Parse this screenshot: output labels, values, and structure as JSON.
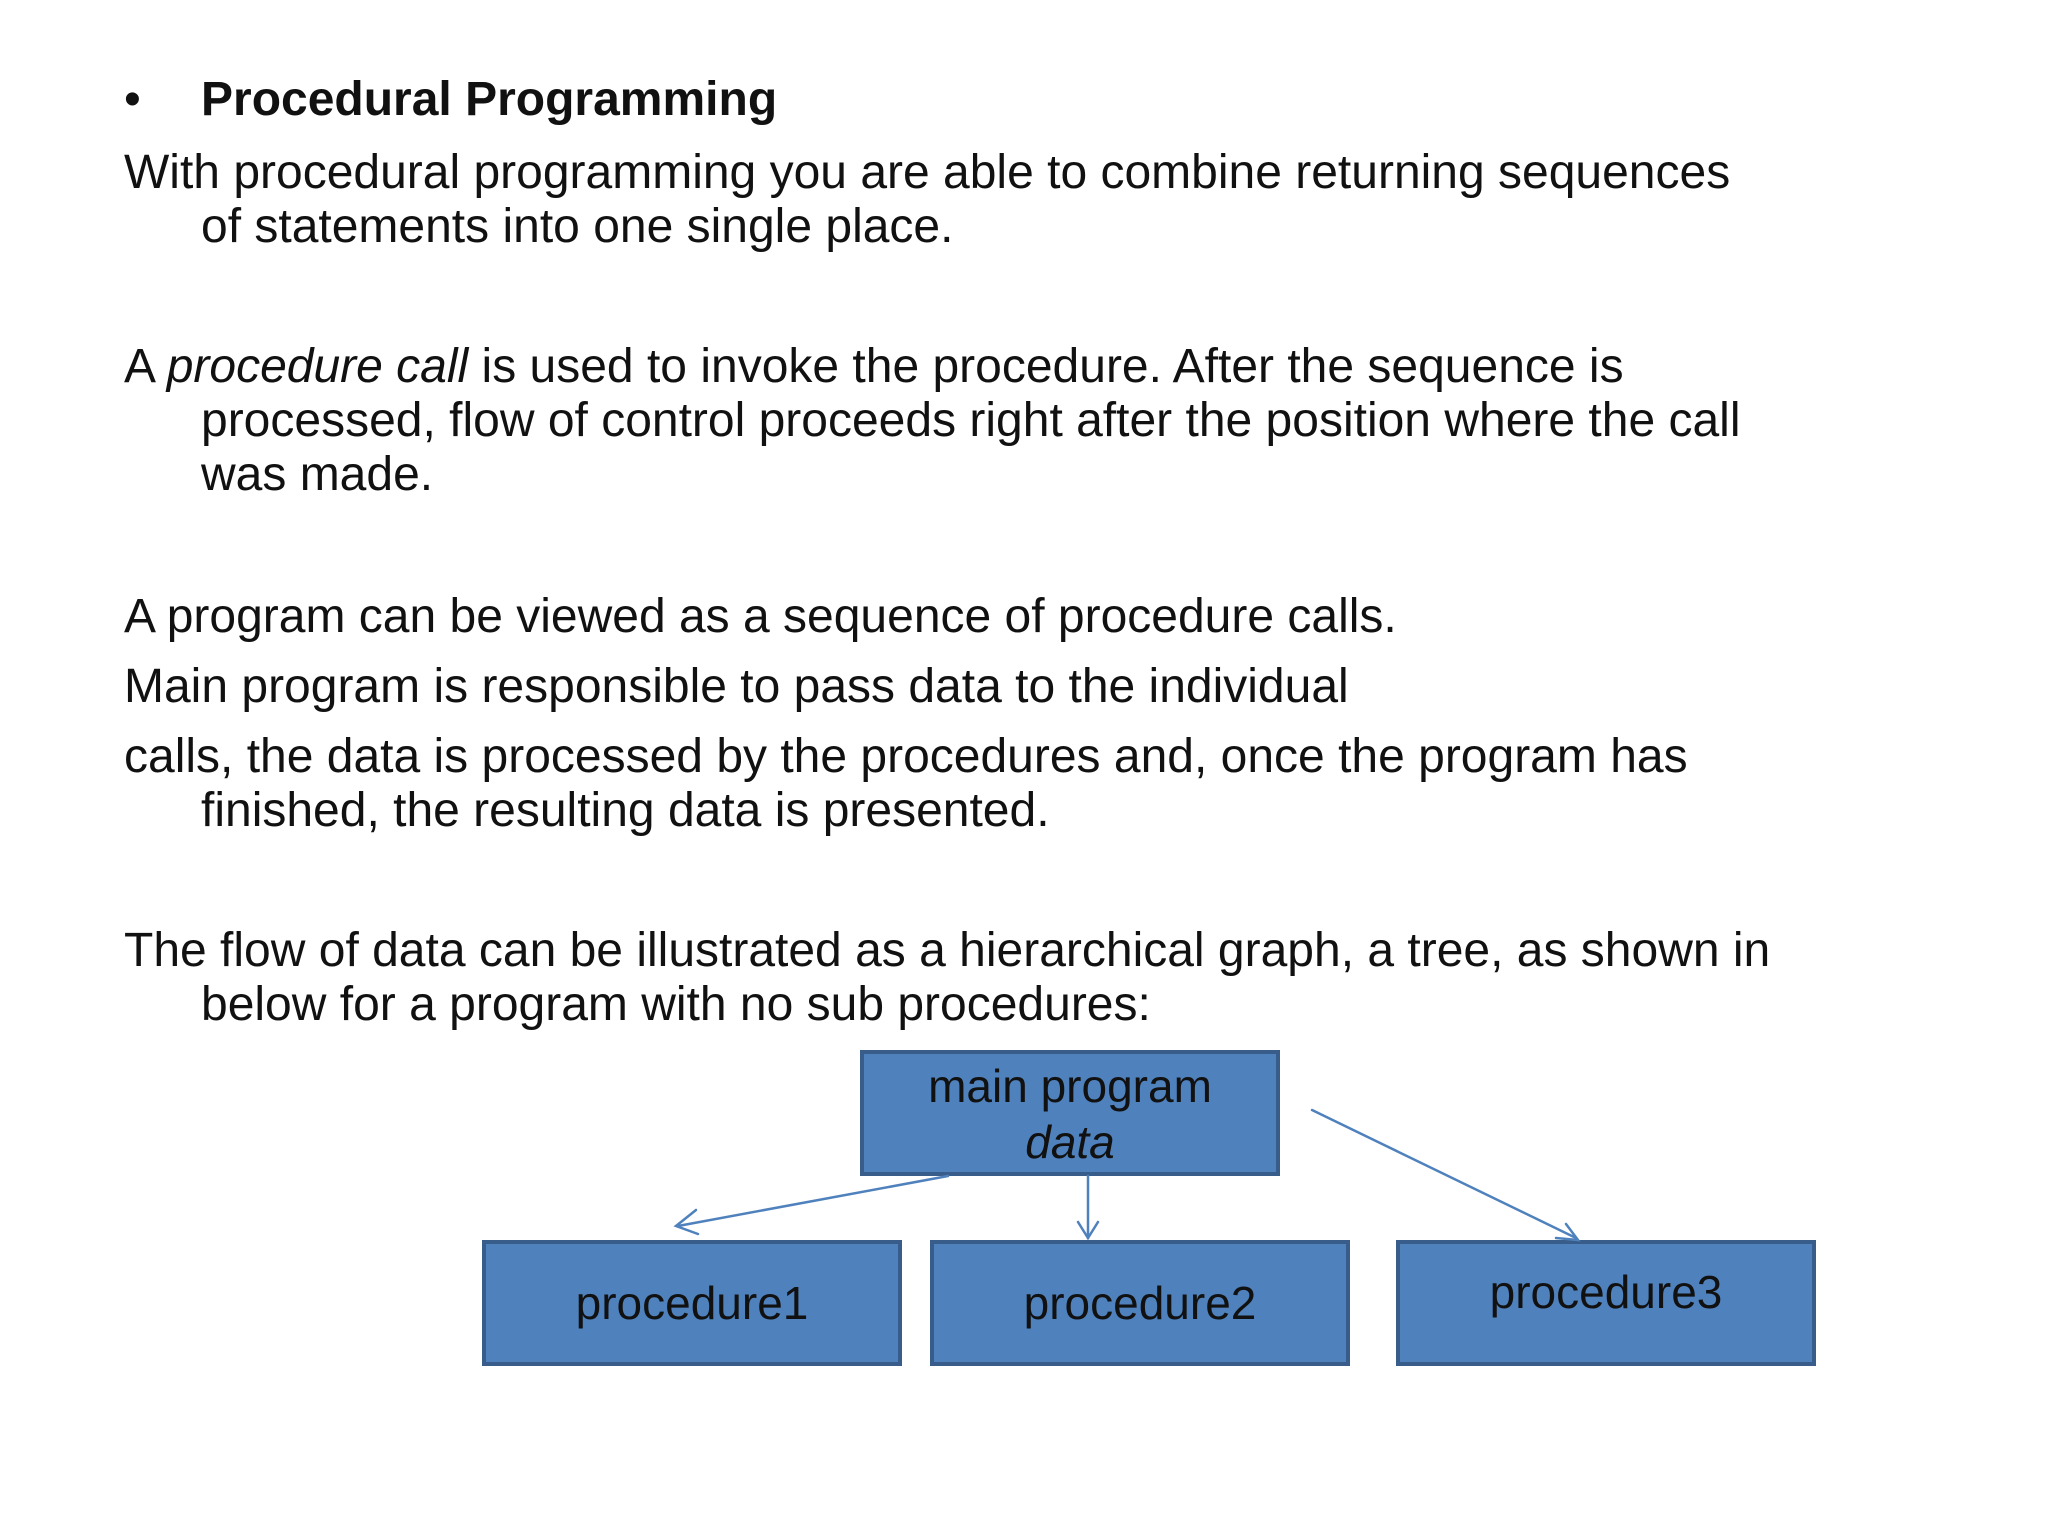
{
  "heading": {
    "bullet": "•",
    "title": "Procedural Programming"
  },
  "paragraphs": {
    "p1_line1": "With procedural programming you are able to combine returning sequences",
    "p1_line2": "of statements into one single place.",
    "p2_start": "A ",
    "p2_italic": "procedure call",
    "p2_rest": " is used to invoke the procedure. After the sequence is",
    "p2_line2": "processed, flow of control proceeds right after the position where the call",
    "p2_line3": "was made.",
    "p3_line1": "A program can be viewed as a sequence of procedure calls.",
    "p4_line1": "Main program is responsible to pass data to the individual",
    "p5_line1": "calls, the data is processed by the procedures and, once the program has",
    "p5_line2": "finished, the resulting data is presented.",
    "p6_line1": "The flow of data can be illustrated as a hierarchical graph, a tree, as shown in",
    "p6_line2": "below  for a program with no sub procedures:"
  },
  "diagram": {
    "main_box": {
      "line1": "main program",
      "line2": "data"
    },
    "procedures": [
      "procedure1",
      "procedure2",
      "procedure3"
    ],
    "colors": {
      "box_fill": "#4f81bd",
      "box_border": "#385d8a",
      "arrow": "#4f81bd"
    }
  }
}
